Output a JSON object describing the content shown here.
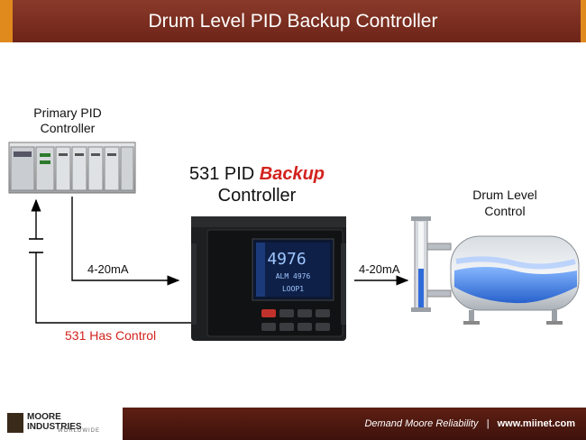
{
  "header": {
    "title": "Drum Level PID Backup Controller"
  },
  "primary": {
    "line1": "Primary PID",
    "line2": "Controller"
  },
  "backup": {
    "line1_prefix": "531 PID",
    "line1_emph": "Backup",
    "line2": "Controller"
  },
  "drum": {
    "line1": "Drum Level",
    "line2": "Control"
  },
  "signals": {
    "in_label": "4-20mA",
    "out_label": "4-20mA",
    "control_label": "531 Has Control"
  },
  "display": {
    "pv": "4976",
    "line2": "ALM  4976",
    "line3": "LOOP1"
  },
  "footer": {
    "logo_line1": "MOORE",
    "logo_line2": "INDUSTRIES",
    "logo_line3": "WORLDWIDE",
    "tagline": "Demand Moore Reliability",
    "separator": "|",
    "url": "www.miinet.com"
  },
  "colors": {
    "title_bg": "#7a2c1e",
    "accent": "#e08a1e",
    "emphasis_red": "#d3231e",
    "control_red": "#d3231e"
  }
}
